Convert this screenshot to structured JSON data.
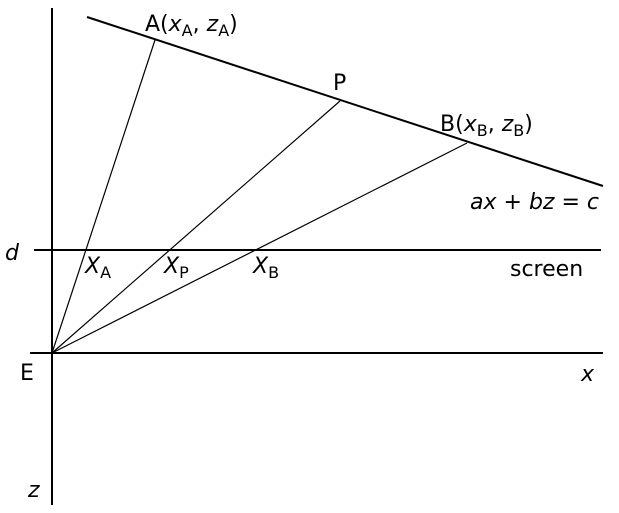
{
  "labels": {
    "point_a": {
      "base": "A(",
      "x_var": "x",
      "x_sub": "A",
      "comma": ", ",
      "z_var": "z",
      "z_sub": "A",
      "close": ")"
    },
    "point_b": {
      "base": "B(",
      "x_var": "x",
      "x_sub": "B",
      "comma": ", ",
      "z_var": "z",
      "z_sub": "B",
      "close": ")"
    },
    "point_p": "P",
    "line_equation": {
      "a": "a",
      "x": "x",
      "plus": " + ",
      "b": "b",
      "z": "z",
      "eq": " = ",
      "c": "c"
    },
    "screen": "screen",
    "screen_distance": "d",
    "eye": "E",
    "x_axis": "x",
    "z_axis": "z",
    "proj_a": {
      "var": "X",
      "sub": "A"
    },
    "proj_p": {
      "var": "X",
      "sub": "P"
    },
    "proj_b": {
      "var": "X",
      "sub": "B"
    }
  },
  "colors": {
    "stroke": "#000000",
    "background": "#ffffff"
  }
}
